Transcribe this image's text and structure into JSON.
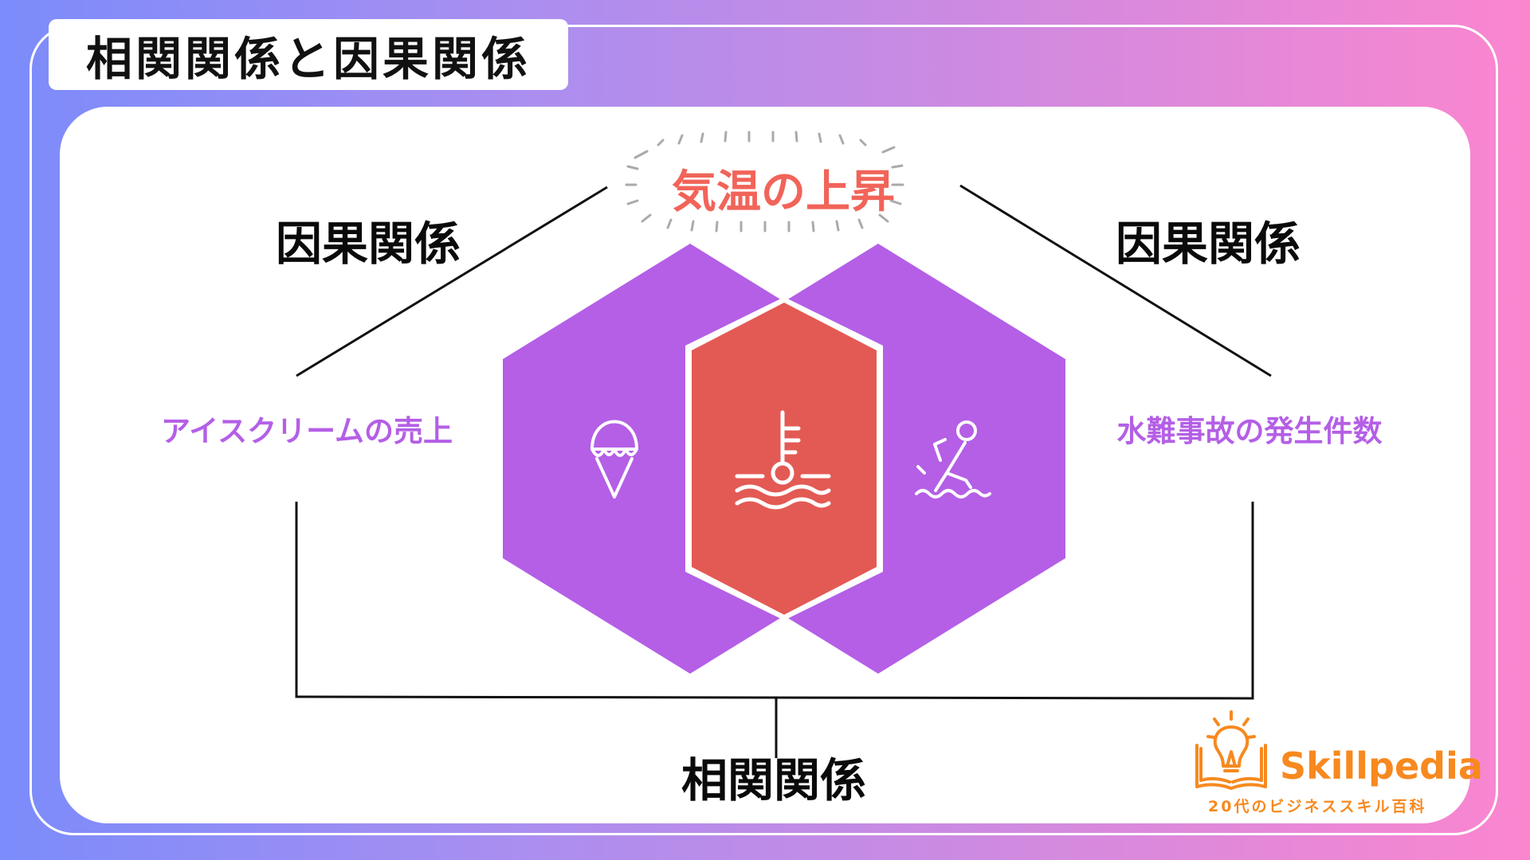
{
  "title": "相関関係と因果関係",
  "diagram": {
    "cause": "気温の上昇",
    "left_effect": "アイスクリームの売上",
    "right_effect": "水難事故の発生件数",
    "left_link": "因果関係",
    "right_link": "因果関係",
    "bottom_link": "相関関係",
    "icons": [
      "ice-cream-icon",
      "temperature-water-icon",
      "swimmer-icon"
    ]
  },
  "logo": {
    "name": "Skillpedia",
    "tagline": "20代のビジネススキル百科"
  },
  "colors": {
    "purple": "#b45fe6",
    "coral": "#e35a54",
    "accent_text": "#f16459",
    "logo_orange": "#f7891f"
  }
}
